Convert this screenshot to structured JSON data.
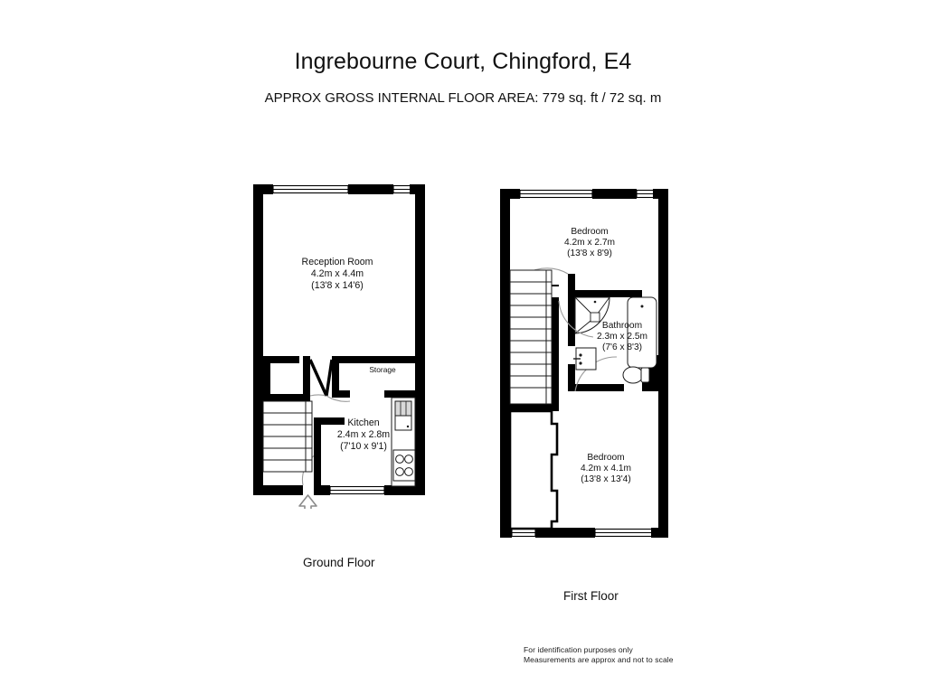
{
  "header": {
    "title": "Ingrebourne Court, Chingford, E4",
    "subtitle": "APPROX GROSS INTERNAL FLOOR AREA:  779 sq. ft / 72 sq. m",
    "area_sqft": "779 sq. ft",
    "area_sqm": "72 sq. m"
  },
  "floors": [
    {
      "id": "ground",
      "caption": "Ground Floor",
      "rooms": [
        {
          "name": "Reception Room",
          "metric": "4.2m x 4.4m",
          "imperial": "(13'8 x 14'6)"
        },
        {
          "name": "Kitchen",
          "metric": "2.4m x 2.8m",
          "imperial": "(7'10 x 9'1)"
        },
        {
          "name": "Storage",
          "metric": "",
          "imperial": ""
        }
      ]
    },
    {
      "id": "first",
      "caption": "First Floor",
      "rooms": [
        {
          "name": "Bedroom",
          "metric": "4.2m x 2.7m",
          "imperial": "(13'8 x 8'9)"
        },
        {
          "name": "Bathroom",
          "metric": "2.3m x 2.5m",
          "imperial": "(7'6 x 8'3)"
        },
        {
          "name": "Bedroom",
          "metric": "4.2m x 4.1m",
          "imperial": "(13'8 x 13'4)"
        }
      ]
    }
  ],
  "footer": {
    "line1": "For identification purposes only",
    "line2": "Measurements are approx and not to scale"
  },
  "colors": {
    "wall": "#000000",
    "background": "#ffffff",
    "fixture_stroke": "#1a1a1a",
    "door_arc": "#9a9a9a",
    "entry_arrow": "#8c8c8c"
  },
  "icons": {
    "entry_arrow": "entrance-arrow-icon",
    "hob": "kitchen-hob-icon",
    "sink": "kitchen-sink-icon",
    "bath": "bathtub-icon",
    "shower": "shower-tray-icon",
    "toilet": "toilet-icon",
    "basin": "wash-basin-icon",
    "stairs": "staircase-icon"
  }
}
